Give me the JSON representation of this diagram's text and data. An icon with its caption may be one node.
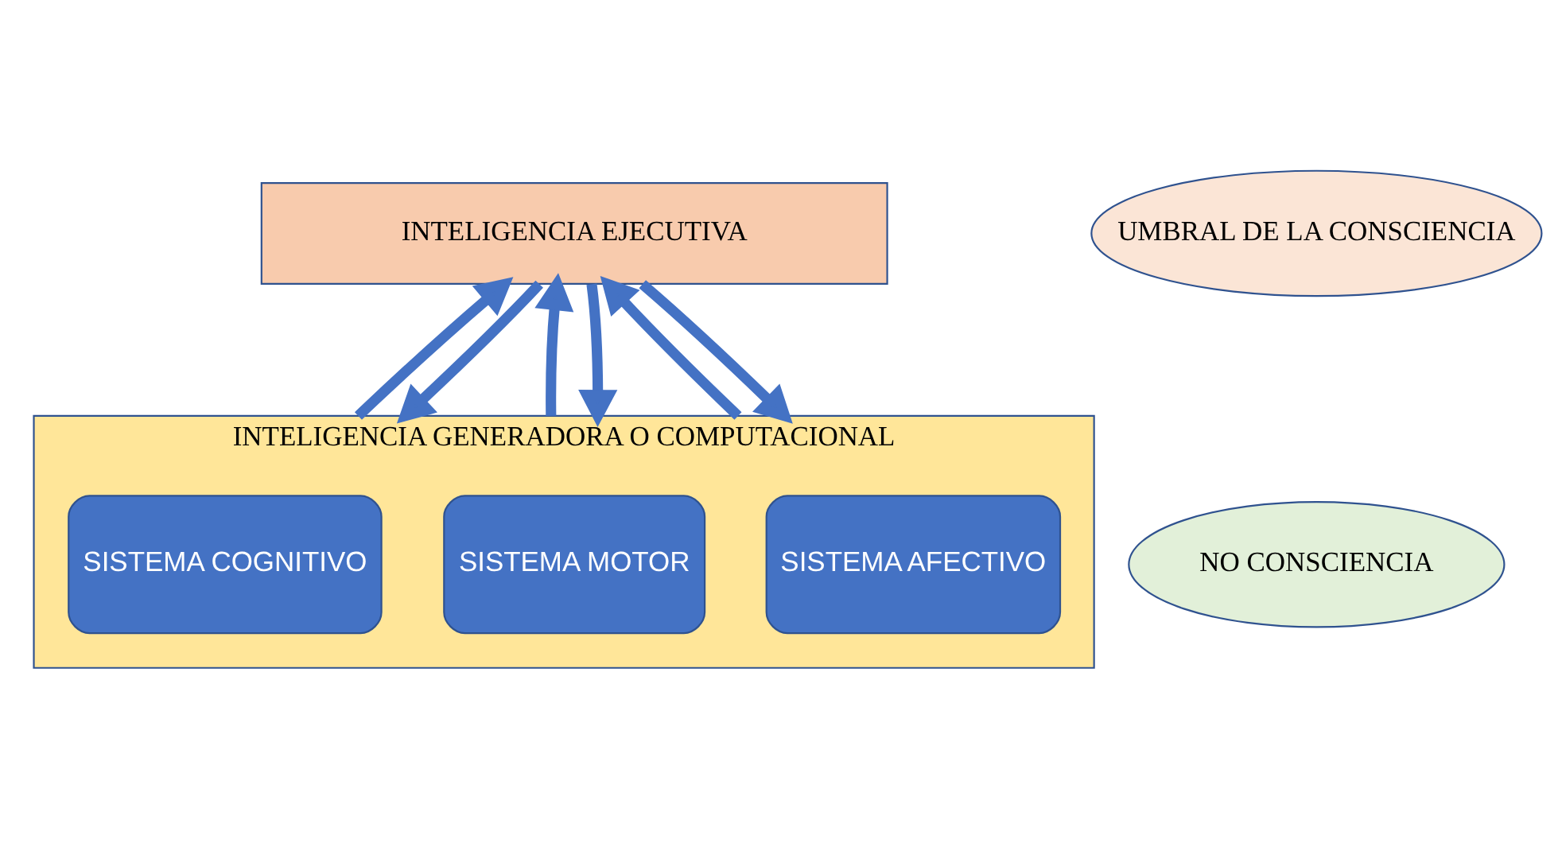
{
  "diagram": {
    "nodes": [
      {
        "text": [
          "INTELIGENCIA EJECUTIVA"
        ]
      },
      {
        "text": [
          "INTELIGENCIA GENERADORA O COMPUTACIONAL"
        ]
      },
      {
        "text": [
          "SISTEMA COGNITIVO"
        ],
        "in": 1
      },
      {
        "text": [
          "SISTEMA MOTOR"
        ],
        "in": 1
      },
      {
        "text": [
          "SISTEMA AFECTIVO"
        ],
        "in": 1
      },
      {
        "text": [
          "UMBRAL DE LA CONSCIENCIA"
        ]
      },
      {
        "text": [
          "NO CONSCIENCIA"
        ]
      }
    ],
    "edges": [
      {
        "from": 1,
        "to": 0,
        "arrow": "to"
      },
      {
        "from": 0,
        "to": 1,
        "arrow": "to"
      },
      {
        "from": 1,
        "to": 0,
        "arrow": "to"
      },
      {
        "from": 0,
        "to": 1,
        "arrow": "to"
      },
      {
        "from": 1,
        "to": 0,
        "arrow": "to"
      },
      {
        "from": 0,
        "to": 1,
        "arrow": "to"
      }
    ]
  }
}
